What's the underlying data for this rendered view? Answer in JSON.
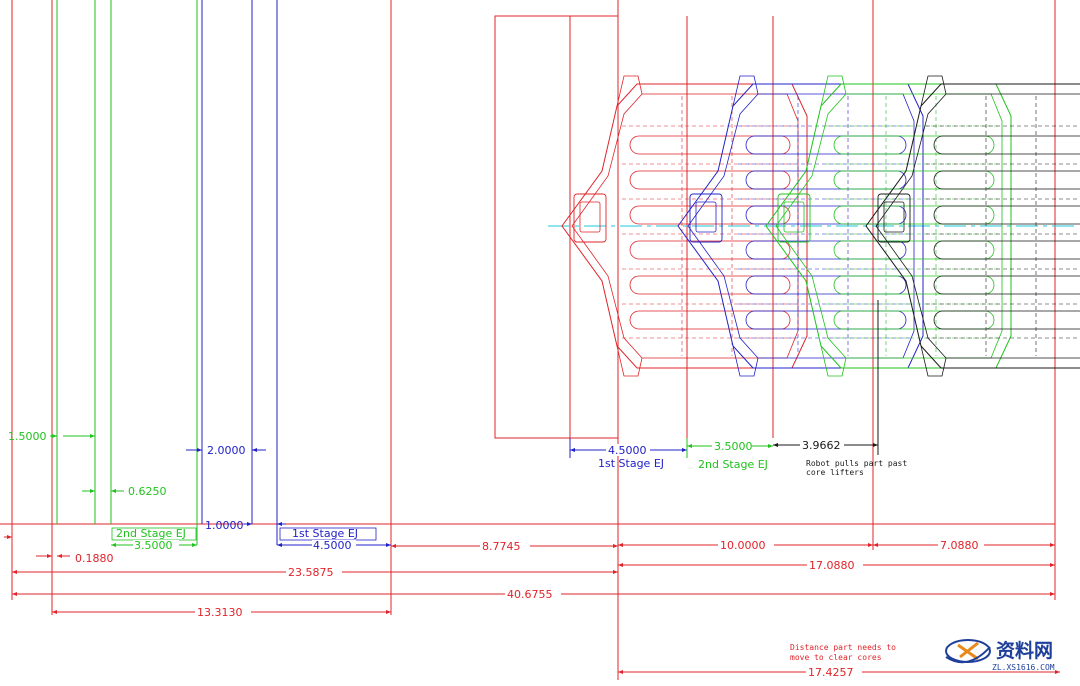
{
  "colors": {
    "red": "#e0242a",
    "green": "#21c21e",
    "blue": "#2222c8",
    "black": "#1a1a1a",
    "cyan": "#1cc9d8",
    "watermark_blue": "#1e3f9a",
    "watermark_orange": "#e8891a"
  },
  "dimensions": {
    "d_1_5000": "1.5000",
    "d_0_6250": "0.6250",
    "d_2_0000": "2.0000",
    "d_1_0000": "1.0000",
    "d_2nd_ej_left": "3.5000",
    "d_1st_ej_left": "4.5000",
    "d_0_1880": "0.1880",
    "d_8_7745": "8.7745",
    "d_10_0000": "10.0000",
    "d_7_0880": "7.0880",
    "d_17_0880": "17.0880",
    "d_23_5875": "23.5875",
    "d_40_6755": "40.6755",
    "d_13_3130": "13.3130",
    "d_1st_ej_right": "4.5000",
    "d_2nd_ej_right": "3.5000",
    "d_3_9662": "3.9662",
    "d_17_4257": "17.4257"
  },
  "labels": {
    "stage2_left": "2nd Stage EJ",
    "stage1_left": "1st Stage EJ",
    "stage1_right": "1st Stage EJ",
    "stage2_right": "2nd Stage EJ",
    "robot_line1": "Robot pulls part past",
    "robot_line2": "core lifters",
    "distance_line1": "Distance part needs to",
    "distance_line2": "move to clear cores"
  },
  "watermark": {
    "brand": "资料网",
    "url": "ZL.XS1616.COM"
  }
}
